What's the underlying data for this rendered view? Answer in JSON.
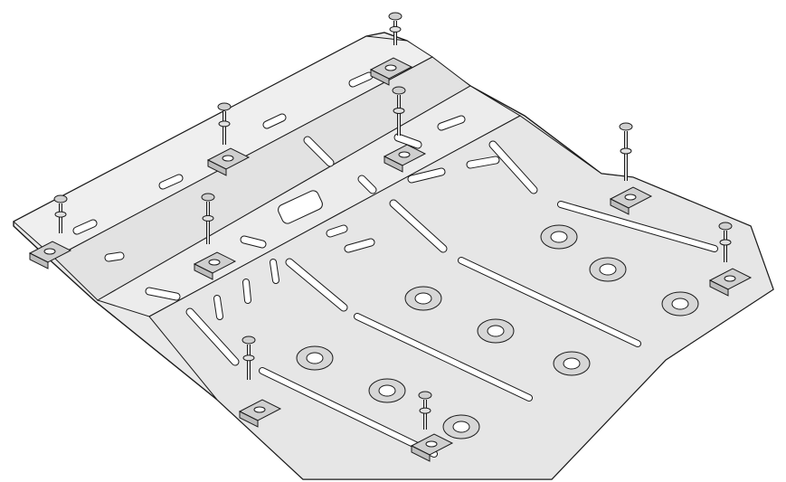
{
  "drawing": {
    "colors": {
      "background": "#ffffff",
      "plate_fill": "#e9e9e9",
      "plate_shadow": "#d6d6d6",
      "outline": "#1a1a1a",
      "hole_fill": "#ffffff",
      "bracket_fill": "#cfcfcf"
    },
    "icons": [
      "skid-plate",
      "mounting-bracket",
      "bolt",
      "slot",
      "stamped-hole"
    ]
  }
}
